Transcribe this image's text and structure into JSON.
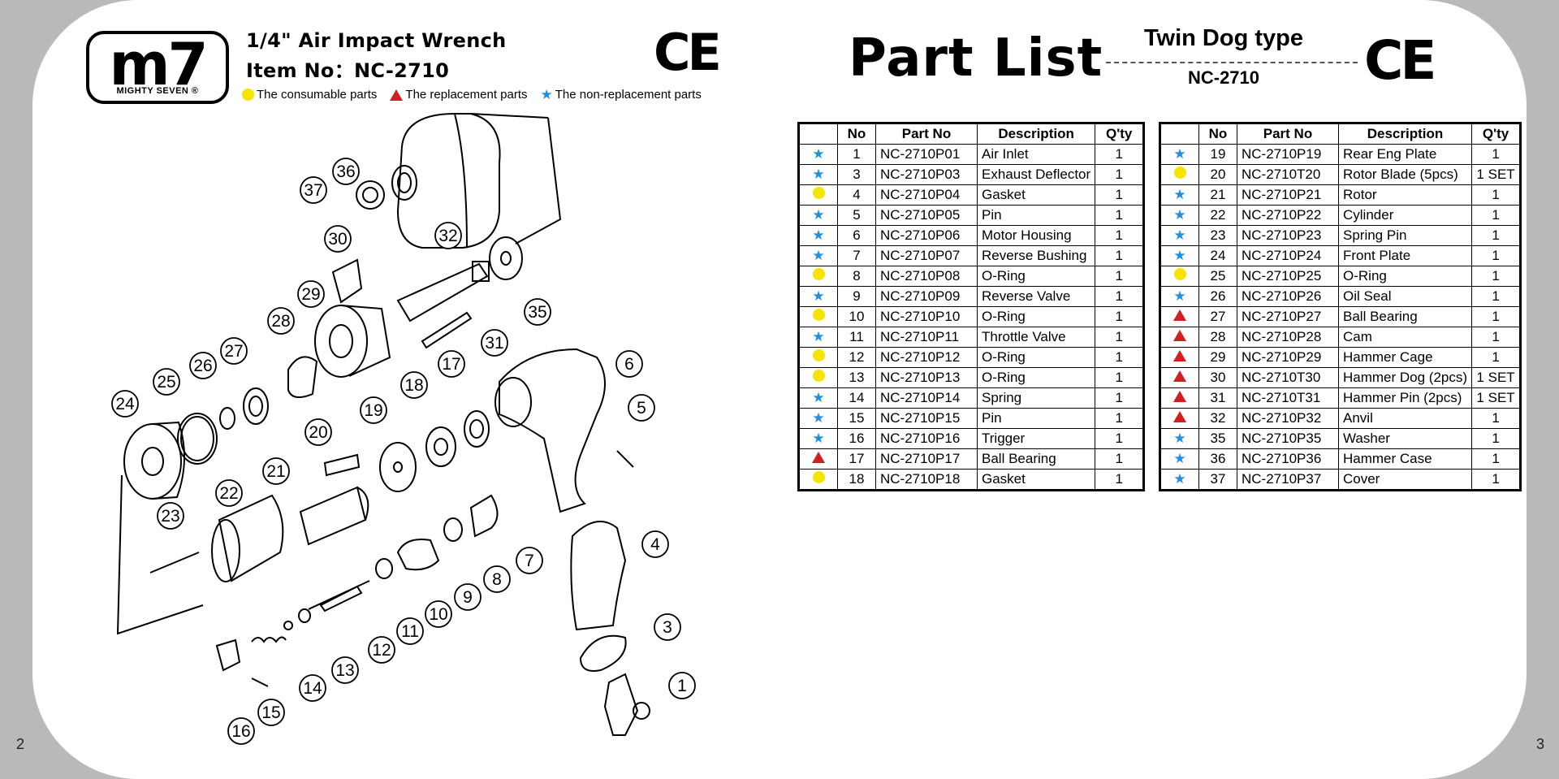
{
  "header_left": {
    "logo_mark": "m7",
    "logo_brand": "MIGHTY SEVEN ®",
    "title_line1": "1/4\" Air Impact Wrench",
    "title_line2": "Item No：NC-2710",
    "ce_mark": "CE"
  },
  "legend": {
    "consumable": "The consumable parts",
    "replacement": "The replacement parts",
    "non_replacement": "The non-replacement parts",
    "colors": {
      "consumable": "#f5e400",
      "replacement": "#d21f1f",
      "non_replacement": "#1f8fe0"
    }
  },
  "header_right": {
    "title": "Part List",
    "subtitle": "Twin Dog type",
    "model": "NC-2710",
    "ce_mark": "CE"
  },
  "columns": {
    "no": "No",
    "part_no": "Part No",
    "description": "Description",
    "qty": "Q'ty"
  },
  "table_left": [
    {
      "sym": "non_replacement",
      "no": "1",
      "part_no": "NC-2710P01",
      "description": "Air Inlet",
      "qty": "1"
    },
    {
      "sym": "non_replacement",
      "no": "3",
      "part_no": "NC-2710P03",
      "description": "Exhaust Deflector",
      "qty": "1"
    },
    {
      "sym": "consumable",
      "no": "4",
      "part_no": "NC-2710P04",
      "description": "Gasket",
      "qty": "1"
    },
    {
      "sym": "non_replacement",
      "no": "5",
      "part_no": "NC-2710P05",
      "description": "Pin",
      "qty": "1"
    },
    {
      "sym": "non_replacement",
      "no": "6",
      "part_no": "NC-2710P06",
      "description": "Motor Housing",
      "qty": "1"
    },
    {
      "sym": "non_replacement",
      "no": "7",
      "part_no": "NC-2710P07",
      "description": "Reverse Bushing",
      "qty": "1"
    },
    {
      "sym": "consumable",
      "no": "8",
      "part_no": "NC-2710P08",
      "description": "O-Ring",
      "qty": "1"
    },
    {
      "sym": "non_replacement",
      "no": "9",
      "part_no": "NC-2710P09",
      "description": "Reverse Valve",
      "qty": "1"
    },
    {
      "sym": "consumable",
      "no": "10",
      "part_no": "NC-2710P10",
      "description": "O-Ring",
      "qty": "1"
    },
    {
      "sym": "non_replacement",
      "no": "11",
      "part_no": "NC-2710P11",
      "description": "Throttle Valve",
      "qty": "1"
    },
    {
      "sym": "consumable",
      "no": "12",
      "part_no": "NC-2710P12",
      "description": "O-Ring",
      "qty": "1"
    },
    {
      "sym": "consumable",
      "no": "13",
      "part_no": "NC-2710P13",
      "description": "O-Ring",
      "qty": "1"
    },
    {
      "sym": "non_replacement",
      "no": "14",
      "part_no": "NC-2710P14",
      "description": "Spring",
      "qty": "1"
    },
    {
      "sym": "non_replacement",
      "no": "15",
      "part_no": "NC-2710P15",
      "description": "Pin",
      "qty": "1"
    },
    {
      "sym": "non_replacement",
      "no": "16",
      "part_no": "NC-2710P16",
      "description": "Trigger",
      "qty": "1"
    },
    {
      "sym": "replacement",
      "no": "17",
      "part_no": "NC-2710P17",
      "description": "Ball Bearing",
      "qty": "1"
    },
    {
      "sym": "consumable",
      "no": "18",
      "part_no": "NC-2710P18",
      "description": "Gasket",
      "qty": "1"
    }
  ],
  "table_right": [
    {
      "sym": "non_replacement",
      "no": "19",
      "part_no": "NC-2710P19",
      "description": "Rear Eng Plate",
      "qty": "1"
    },
    {
      "sym": "consumable",
      "no": "20",
      "part_no": "NC-2710T20",
      "description": "Rotor Blade (5pcs)",
      "qty": "1 SET"
    },
    {
      "sym": "non_replacement",
      "no": "21",
      "part_no": "NC-2710P21",
      "description": "Rotor",
      "qty": "1"
    },
    {
      "sym": "non_replacement",
      "no": "22",
      "part_no": "NC-2710P22",
      "description": "Cylinder",
      "qty": "1"
    },
    {
      "sym": "non_replacement",
      "no": "23",
      "part_no": "NC-2710P23",
      "description": "Spring Pin",
      "qty": "1"
    },
    {
      "sym": "non_replacement",
      "no": "24",
      "part_no": "NC-2710P24",
      "description": "Front Plate",
      "qty": "1"
    },
    {
      "sym": "consumable",
      "no": "25",
      "part_no": "NC-2710P25",
      "description": "O-Ring",
      "qty": "1"
    },
    {
      "sym": "non_replacement",
      "no": "26",
      "part_no": "NC-2710P26",
      "description": "Oil Seal",
      "qty": "1"
    },
    {
      "sym": "replacement",
      "no": "27",
      "part_no": "NC-2710P27",
      "description": "Ball Bearing",
      "qty": "1"
    },
    {
      "sym": "replacement",
      "no": "28",
      "part_no": "NC-2710P28",
      "description": "Cam",
      "qty": "1"
    },
    {
      "sym": "replacement",
      "no": "29",
      "part_no": "NC-2710P29",
      "description": "Hammer Cage",
      "qty": "1"
    },
    {
      "sym": "replacement",
      "no": "30",
      "part_no": "NC-2710T30",
      "description": "Hammer Dog (2pcs)",
      "qty": "1 SET"
    },
    {
      "sym": "replacement",
      "no": "31",
      "part_no": "NC-2710T31",
      "description": "Hammer Pin (2pcs)",
      "qty": "1 SET"
    },
    {
      "sym": "replacement",
      "no": "32",
      "part_no": "NC-2710P32",
      "description": "Anvil",
      "qty": "1"
    },
    {
      "sym": "non_replacement",
      "no": "35",
      "part_no": "NC-2710P35",
      "description": "Washer",
      "qty": "1"
    },
    {
      "sym": "non_replacement",
      "no": "36",
      "part_no": "NC-2710P36",
      "description": "Hammer Case",
      "qty": "1"
    },
    {
      "sym": "non_replacement",
      "no": "37",
      "part_no": "NC-2710P37",
      "description": "Cover",
      "qty": "1"
    }
  ],
  "diagram_callouts": [
    "1",
    "3",
    "4",
    "5",
    "6",
    "7",
    "8",
    "9",
    "10",
    "11",
    "12",
    "13",
    "14",
    "15",
    "16",
    "17",
    "18",
    "19",
    "20",
    "21",
    "22",
    "23",
    "24",
    "25",
    "26",
    "27",
    "28",
    "29",
    "30",
    "31",
    "32",
    "35",
    "36",
    "37"
  ],
  "page_left": "2",
  "page_right": "3"
}
